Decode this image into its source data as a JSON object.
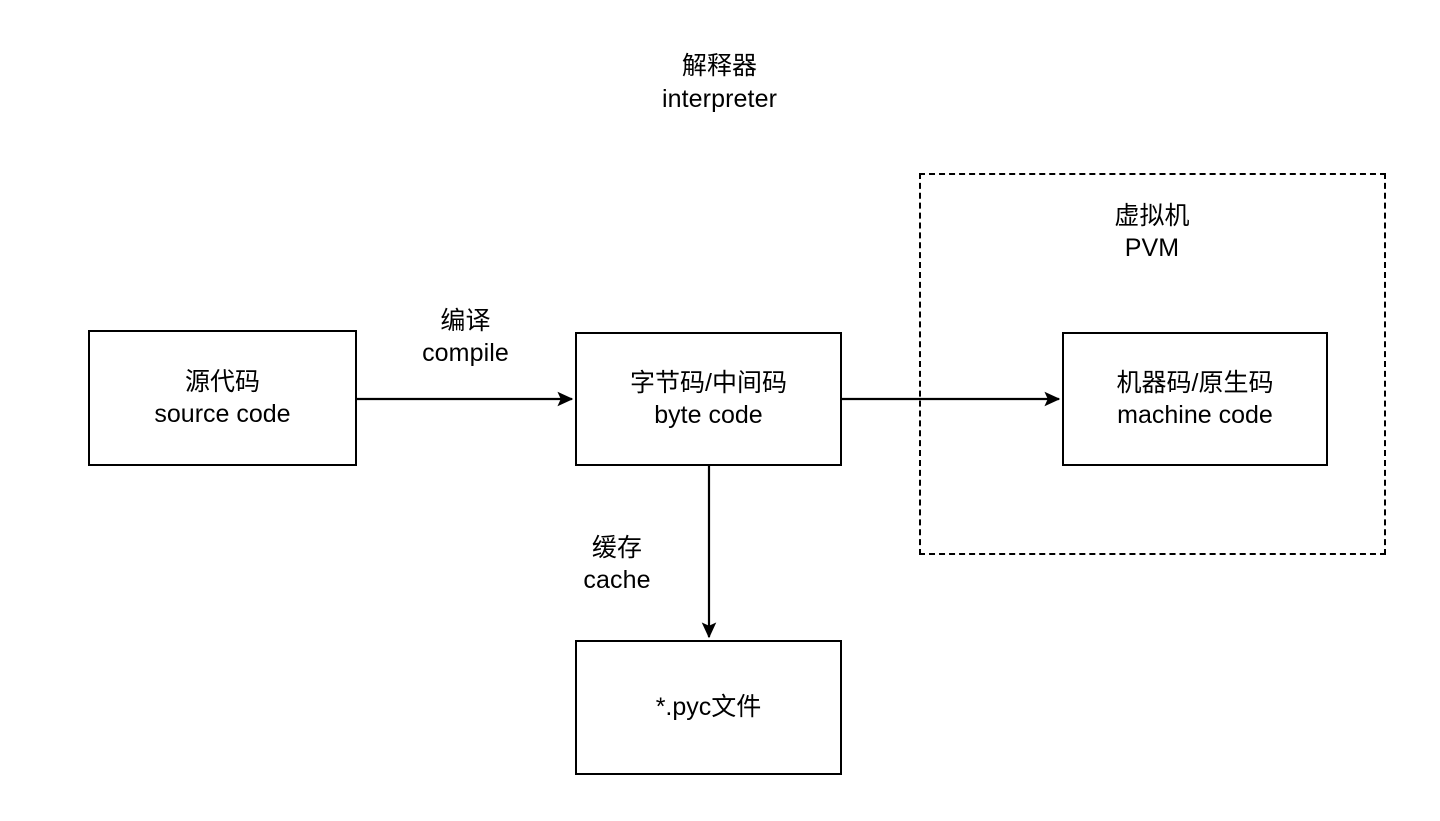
{
  "diagram": {
    "title": {
      "zh": "解释器",
      "en": "interpreter"
    },
    "background_color": "#ffffff",
    "stroke_color": "#000000",
    "nodes": [
      {
        "id": "source-code",
        "zh": "源代码",
        "en": "source code",
        "shape": "rectangle",
        "border": "solid"
      },
      {
        "id": "byte-code",
        "zh": "字节码/中间码",
        "en": "byte code",
        "shape": "rectangle",
        "border": "solid"
      },
      {
        "id": "machine-code",
        "zh": "机器码/原生码",
        "en": "machine code",
        "shape": "rectangle",
        "border": "solid"
      },
      {
        "id": "pyc-file",
        "zh": "*.pyc文件",
        "en": "",
        "shape": "rectangle",
        "border": "solid"
      }
    ],
    "groups": [
      {
        "id": "virtual-machine",
        "zh": "虚拟机",
        "en": "PVM",
        "border": "dashed"
      }
    ],
    "edges": [
      {
        "id": "compile",
        "from": "source-code",
        "to": "byte-code",
        "zh": "编译",
        "en": "compile",
        "direction": "right",
        "arrowhead": true
      },
      {
        "id": "execute",
        "from": "byte-code",
        "to": "machine-code",
        "zh": "",
        "en": "",
        "direction": "right",
        "arrowhead": true
      },
      {
        "id": "cache",
        "from": "byte-code",
        "to": "pyc-file",
        "zh": "缓存",
        "en": "cache",
        "direction": "down",
        "arrowhead": true
      }
    ]
  }
}
